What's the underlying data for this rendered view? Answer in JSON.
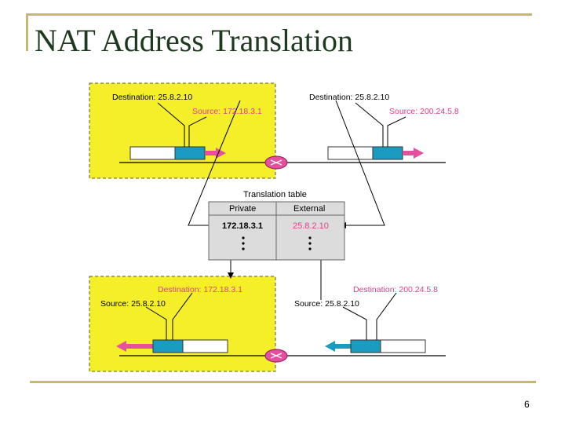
{
  "slide": {
    "title": "NAT Address Translation",
    "page_number": "6"
  },
  "diagram": {
    "top_left": {
      "destination": "Destination: 25.8.2.10",
      "source": "Source: 172.18.3.1"
    },
    "top_right": {
      "destination": "Destination: 25.8.2.10",
      "source": "Source: 200.24.5.8"
    },
    "bottom_left": {
      "destination": "Destination: 172.18.3.1",
      "source": "Source: 25.8.2.10"
    },
    "bottom_right": {
      "destination": "Destination: 200.24.5.8",
      "source": "Source: 25.8.2.10"
    },
    "table": {
      "title": "Translation table",
      "col_private": "Private",
      "col_external": "External",
      "row_private": "172.18.3.1",
      "row_external": "25.8.2.10"
    }
  },
  "colors": {
    "private_network": "#f5ef2a",
    "header_block": "#1a9cc0",
    "highlight_text": "#e0408f",
    "router": "#e64f9e",
    "table_fill": "#dcdcdc",
    "frame": "#c9b770"
  }
}
